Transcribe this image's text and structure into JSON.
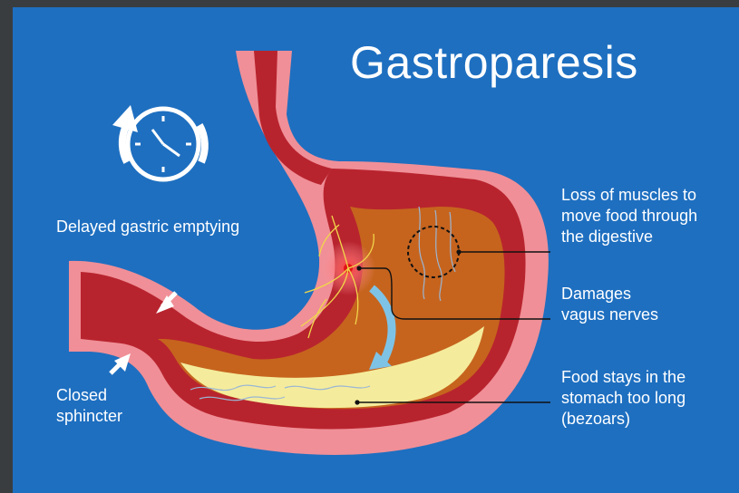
{
  "title": "Gastroparesis",
  "labels": {
    "delayed": "Delayed gastric emptying",
    "closed": [
      "Closed",
      "sphincter"
    ],
    "muscles": [
      "Loss of muscles to",
      "move food through",
      "the digestive"
    ],
    "vagus": [
      "Damages",
      "vagus nerves"
    ],
    "food": [
      "Food stays in the",
      "stomach too long",
      "(bezoars)"
    ]
  },
  "icons": [
    "clock-icon",
    "refresh-arrow-icon",
    "arrow-icon"
  ],
  "colors": {
    "background": "#1e6fc0",
    "outer_wall": "#f08f97",
    "muscle_wall": "#b8242e",
    "stomach_content": "#c6641e",
    "food_layer": "#f4ec9c",
    "text": "#ffffff"
  }
}
